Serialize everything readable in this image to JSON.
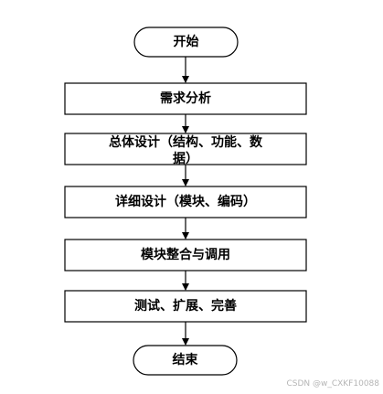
{
  "flow": {
    "start": "开始",
    "steps": [
      {
        "lines": [
          "需求分析"
        ]
      },
      {
        "lines": [
          "总体设计（结构、功能、数",
          "据）"
        ]
      },
      {
        "lines": [
          "详细设计（模块、编码）"
        ]
      },
      {
        "lines": [
          "模块整合与调用"
        ]
      },
      {
        "lines": [
          "测试、扩展、完善"
        ]
      }
    ],
    "end": "结束"
  },
  "watermark": "CSDN @w_CXKF10088"
}
